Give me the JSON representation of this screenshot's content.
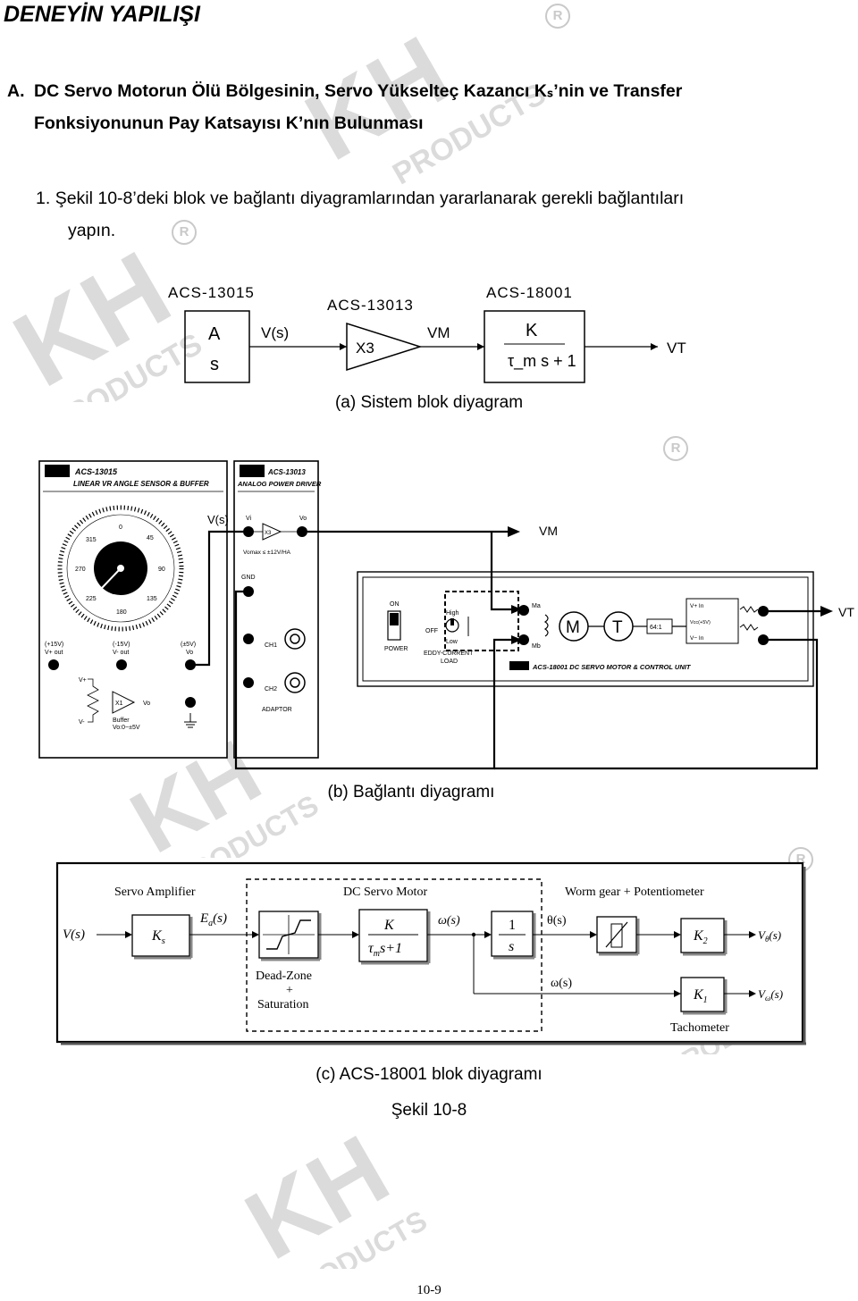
{
  "heading": "DENEYİN YAPILIŞI",
  "section": {
    "label": "A.",
    "line1": "DC Servo Motorun Ölü Bölgesinin, Servo Yükselteç Kazancı Kₛ’nin ve Transfer",
    "line2": "Fonksiyonunun Pay Katsayısı K’nın Bulunması"
  },
  "step": {
    "number": "1.",
    "line1": "Şekil 10-8’deki blok ve bağlantı diyagramlarından yararlanarak gerekli bağlantıları",
    "line2": "yapın."
  },
  "fig_a": {
    "module1": "ACS-13015",
    "module2": "ACS-13013",
    "module3": "ACS-18001",
    "block1_num": "A",
    "block1_den": "s",
    "signal1": "V(s)",
    "amp": "X3",
    "signal2": "VM",
    "block3_num": "K",
    "block3_den": "τ_m s + 1",
    "output": "VT",
    "caption": "(a) Sistem blok diyagram"
  },
  "fig_b": {
    "panel1_code": "ACS-13015",
    "panel1_title": "LINEAR VR ANGLE SENSOR & BUFFER",
    "panel2_code": "ACS-13013",
    "panel2_title": "ANALOG POWER DRIVER",
    "dial_labels": [
      "0",
      "45",
      "90",
      "135",
      "180",
      "225",
      "270",
      "315"
    ],
    "plus15": "(+15V)",
    "vplus_out": "V+ out",
    "minus15": "(-15V)",
    "vminus_out": "V- out",
    "pm5": "(±5V)",
    "vo": "Vo",
    "vplus": "V+",
    "vminus": "V-",
    "x1": "X1",
    "buffer": "Buffer",
    "buffer_range": "Vo:0~±5V",
    "vs_label": "V(s)",
    "vi": "Vi",
    "x3": "X3",
    "vomax": "Vomax ≤ ±12V/HA",
    "gnd": "GND",
    "ch1": "CH1",
    "ch2": "CH2",
    "adaptor": "ADAPTOR",
    "vm_label": "VM",
    "on": "ON",
    "off": "OFF",
    "power": "POWER",
    "high": "High",
    "low": "Low",
    "eddy": "EDDY-CURRENT",
    "load": "LOAD",
    "ma": "Ma",
    "mb": "Mb",
    "motor": "M",
    "tacho": "T",
    "ratio": "64:1",
    "vplus_in": "V+ In",
    "vcc": "Vcc(+5V)",
    "vminus_in": "V− In",
    "unit_title": "ACS-18001  DC SERVO MOTOR & CONTROL UNIT",
    "vt_label": "VT",
    "caption": "(b) Bağlantı diyagramı"
  },
  "fig_c": {
    "servo_amp": "Servo Amplifier",
    "dc_motor": "DC Servo Motor",
    "worm_gear": "Worm gear + Potentiometer",
    "input": "V(s)",
    "ks": "K",
    "ks_sub": "s",
    "ea": "E",
    "ea_sub": "a",
    "ea_suffix": "(s)",
    "dead_zone_1": "Dead-Zone",
    "dead_zone_2": "+",
    "dead_zone_3": "Saturation",
    "motor_num": "K",
    "motor_den": "τ",
    "motor_den_sub": "m",
    "motor_den_rest": "s+1",
    "omega": "ω(s)",
    "integ_num": "1",
    "integ_den": "s",
    "theta": "θ(s)",
    "k2": "K",
    "k2_sub": "2",
    "vtheta": "V",
    "vtheta_sub": "θ",
    "vtheta_suffix": "(s)",
    "omega2": "ω(s)",
    "k1": "K",
    "k1_sub": "1",
    "vomega": "V",
    "vomega_sub": "ω",
    "vomega_suffix": "(s)",
    "tachometer": "Tachometer",
    "caption": "(c) ACS-18001 blok diyagramı"
  },
  "figure_label": "Şekil 10-8",
  "page_number": "10-9",
  "watermark": {
    "brand": "KH",
    "products": "PRODUCTS",
    "reg": "R"
  }
}
